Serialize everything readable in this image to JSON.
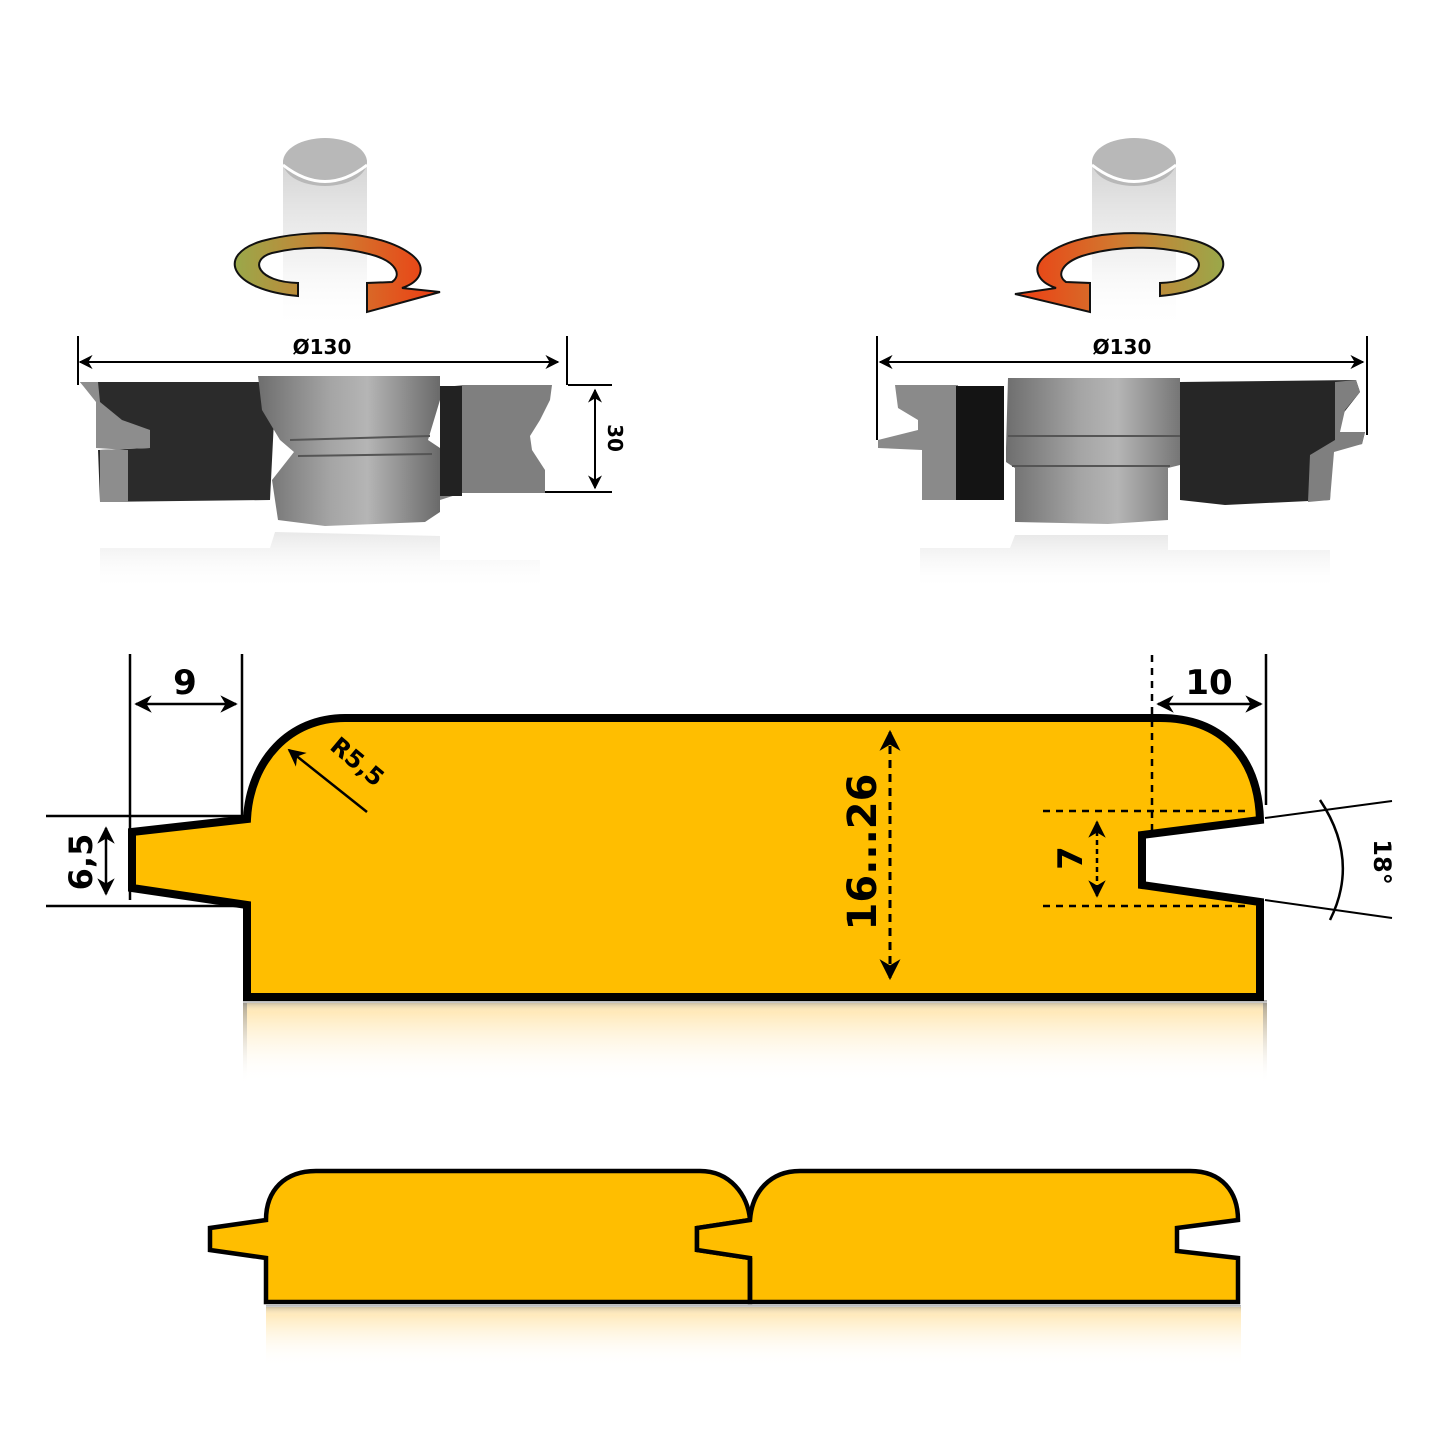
{
  "colors": {
    "profile_fill": "#FFBE00",
    "outline": "#000000",
    "arrow_green": "#9aa84a",
    "arrow_red": "#e8411a",
    "steel_dark": "#2a2a2a",
    "steel_light": "#8f8f8f",
    "spindle": "#c4c4c4"
  },
  "cutters": [
    {
      "id": "cutter-left",
      "rotation": "clockwise",
      "diameter_label": "Ø130",
      "height_label": "30"
    },
    {
      "id": "cutter-right",
      "rotation": "counterclockwise",
      "diameter_label": "Ø130"
    }
  ],
  "profile": {
    "tongue_length_label": "9",
    "tongue_thickness_label": "6,5",
    "radius_label": "R5,5",
    "board_thickness_label": "16...26",
    "groove_depth_label": "10",
    "groove_width_label": "7",
    "groove_angle_label": "18°"
  },
  "assembly": {
    "boards": 2
  }
}
